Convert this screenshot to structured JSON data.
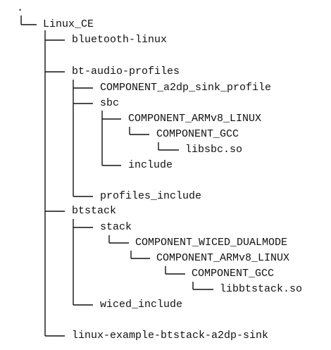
{
  "tree": {
    "root_label": ".",
    "nodes": [
      {
        "id": "linux-ce",
        "label": "Linux_CE",
        "depth": 0
      },
      {
        "id": "bluetooth-linux",
        "label": "bluetooth-linux",
        "depth": 1
      },
      {
        "id": "bt-audio-profiles",
        "label": "bt-audio-profiles",
        "depth": 1
      },
      {
        "id": "component-a2dp-sink-profile",
        "label": "COMPONENT_a2dp_sink_profile",
        "depth": 2
      },
      {
        "id": "sbc",
        "label": "sbc",
        "depth": 2
      },
      {
        "id": "component-armv8-linux-1",
        "label": "COMPONENT_ARMv8_LINUX",
        "depth": 3
      },
      {
        "id": "component-gcc-1",
        "label": "COMPONENT_GCC",
        "depth": 4
      },
      {
        "id": "libsbc-so",
        "label": "libsbc.so",
        "depth": 5
      },
      {
        "id": "include",
        "label": "include",
        "depth": 3
      },
      {
        "id": "profiles-include",
        "label": "profiles_include",
        "depth": 2
      },
      {
        "id": "btstack",
        "label": "btstack",
        "depth": 1
      },
      {
        "id": "stack",
        "label": "stack",
        "depth": 2
      },
      {
        "id": "component-wiced-dualmode",
        "label": "COMPONENT_WICED_DUALMODE",
        "depth": 3
      },
      {
        "id": "component-armv8-linux-2",
        "label": "COMPONENT_ARMv8_LINUX",
        "depth": 4
      },
      {
        "id": "component-gcc-2",
        "label": "COMPONENT_GCC",
        "depth": 5
      },
      {
        "id": "libbtstack-so",
        "label": "libbtstack.so",
        "depth": 6
      },
      {
        "id": "wiced-include",
        "label": "wiced_include",
        "depth": 2
      },
      {
        "id": "linux-example-btstack-a2dp-sink",
        "label": "linux-example-btstack-a2dp-sink",
        "depth": 1
      }
    ]
  }
}
